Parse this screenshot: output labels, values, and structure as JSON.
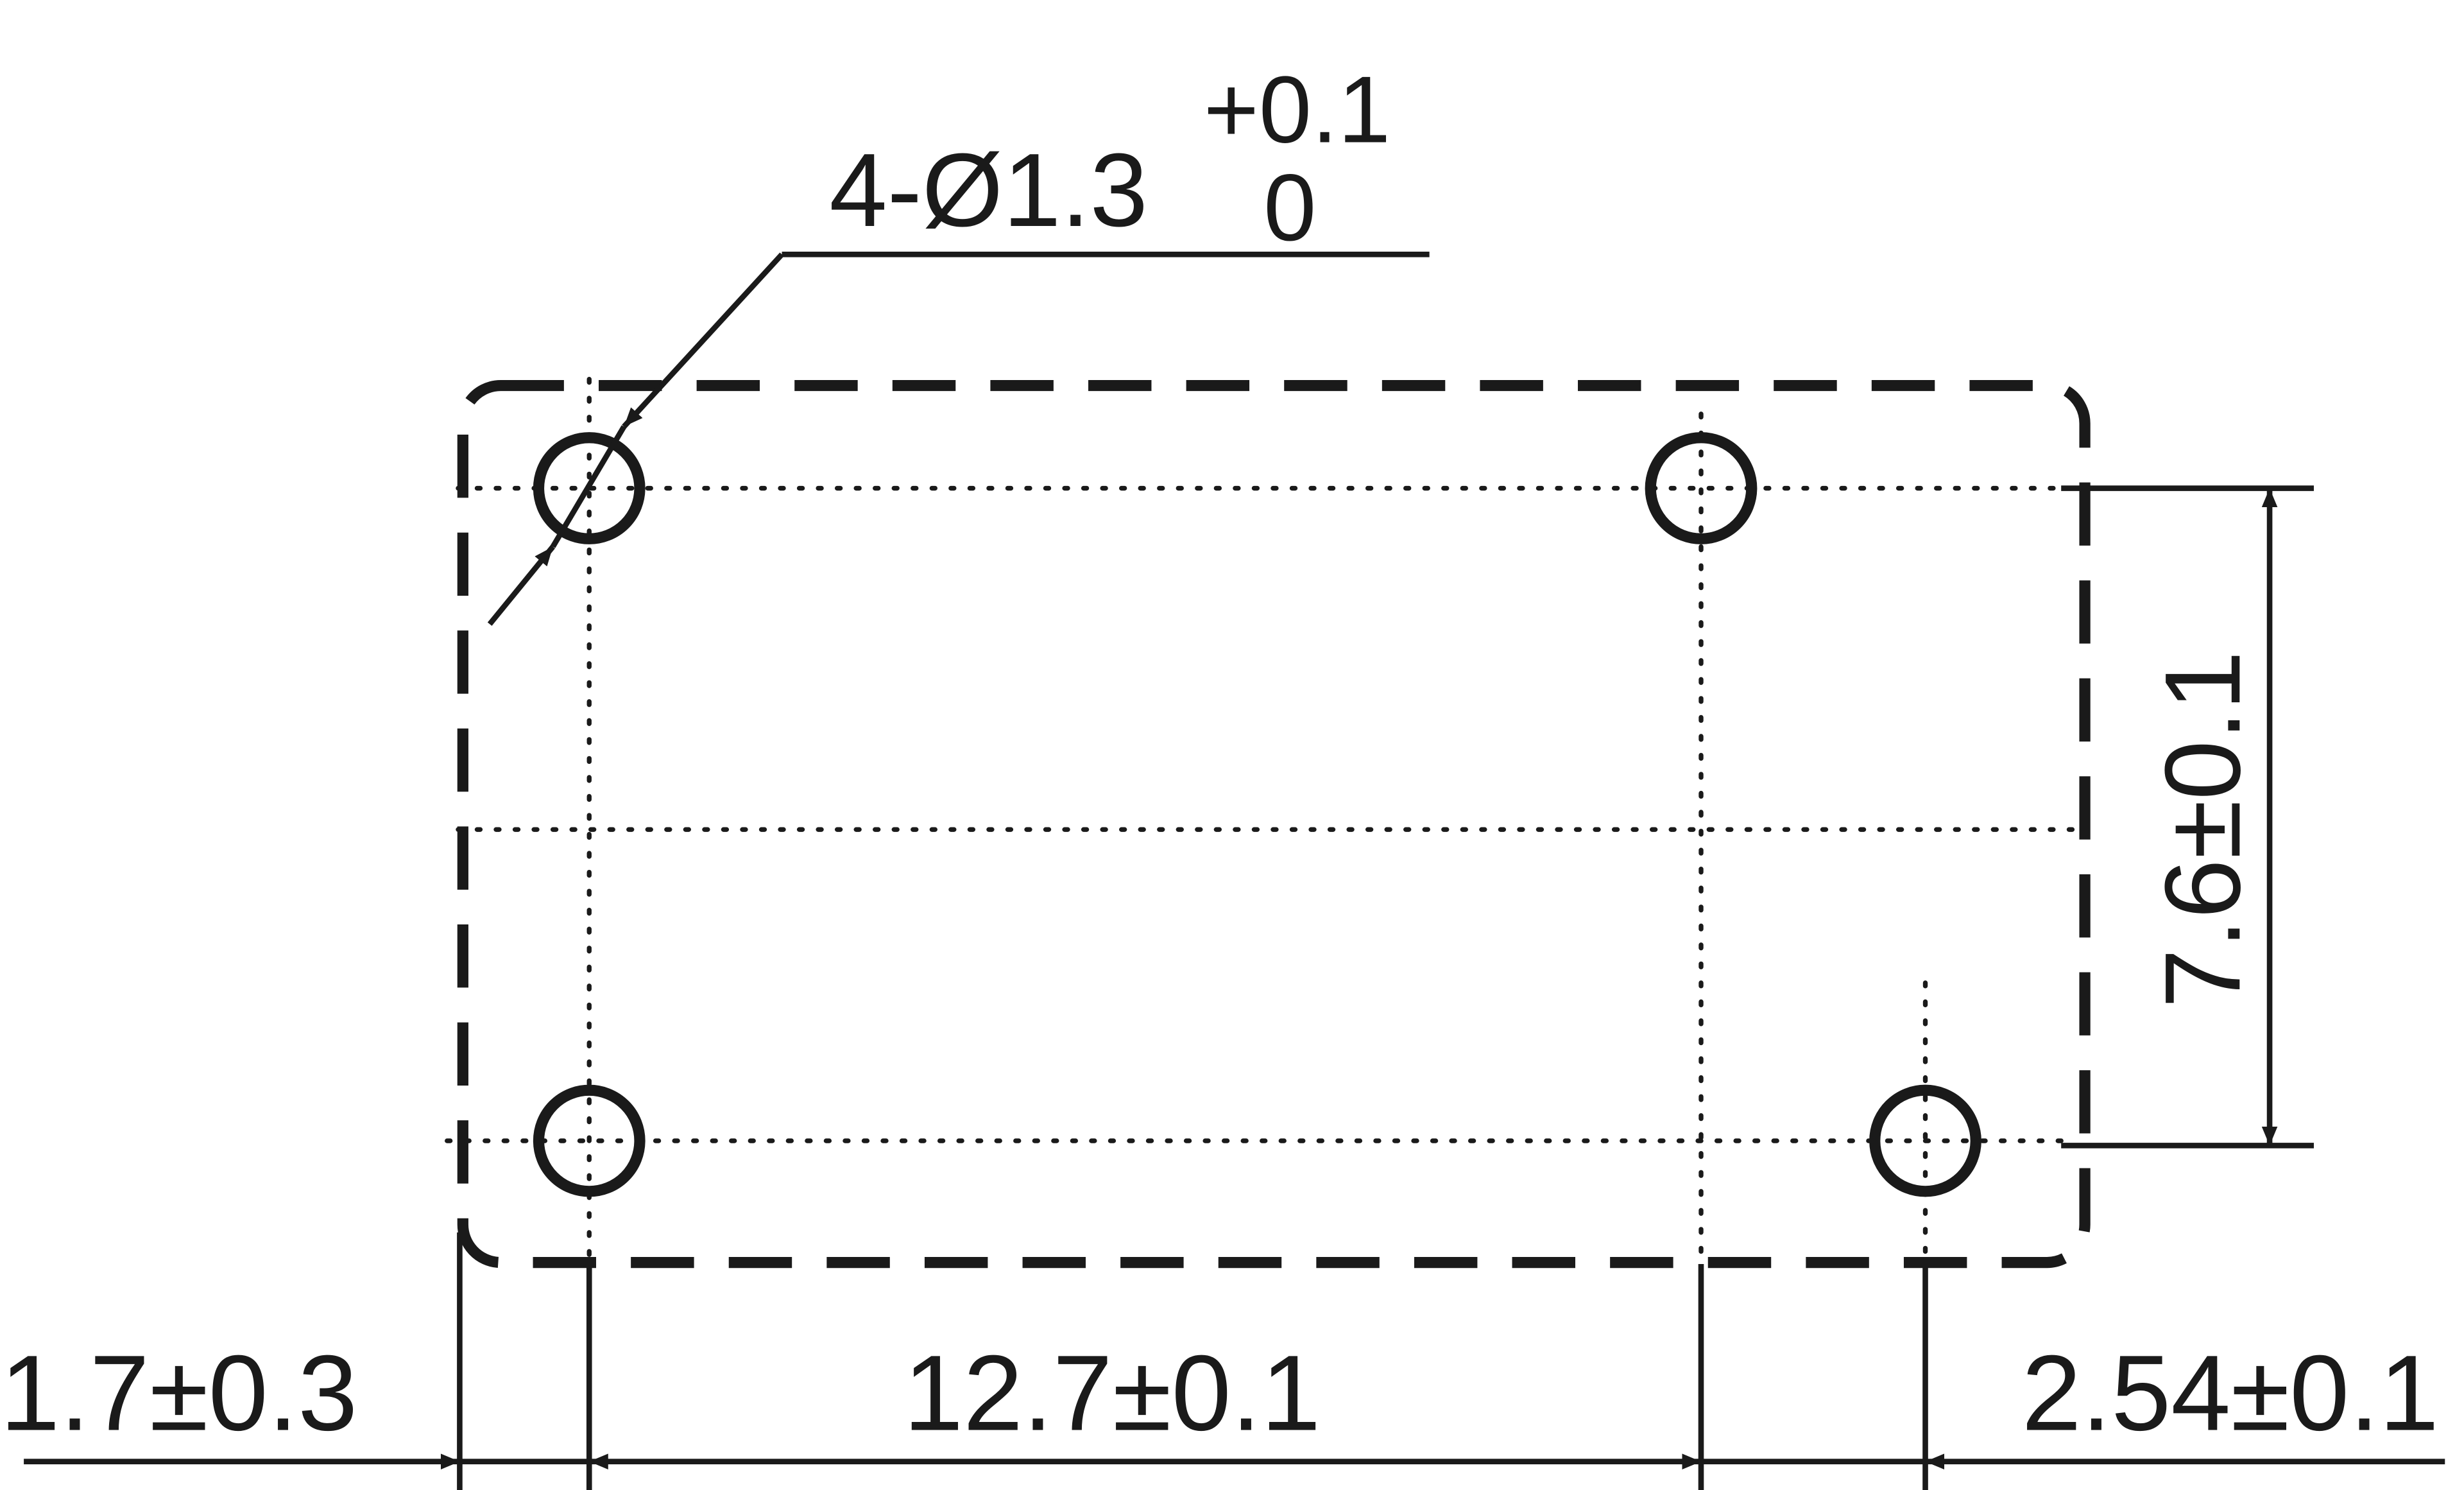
{
  "drawing": {
    "ink_color": "#1a1a1a",
    "background_color": "#ffffff",
    "hole_callout": {
      "label": "4-Ø1.3",
      "upper_tolerance": "+0.1",
      "lower_tolerance": "0"
    },
    "dimensions": {
      "edge_offset": "1.7±0.3",
      "hole_pitch_x": "12.7±0.1",
      "hole_offset_x": "2.54±0.1",
      "hole_pitch_y": "7.6±0.1"
    }
  }
}
